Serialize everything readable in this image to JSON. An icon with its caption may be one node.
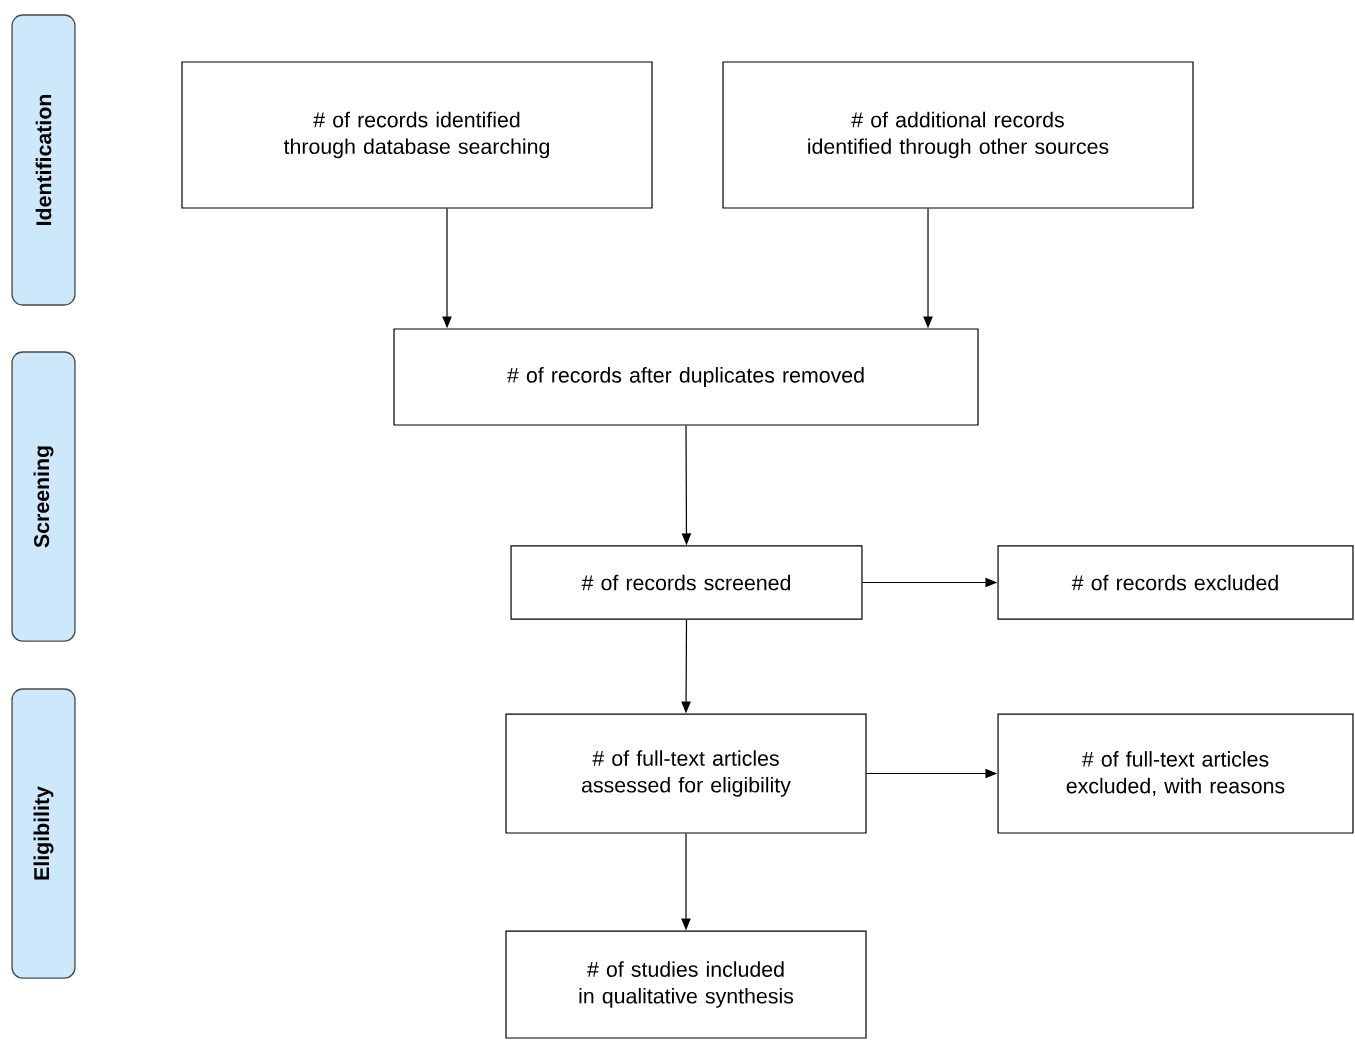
{
  "diagram": {
    "nodes": [
      {
        "text": [
          "Identification"
        ]
      },
      {
        "text": [
          "Screening"
        ]
      },
      {
        "text": [
          "Eligibility"
        ]
      },
      {
        "text": [
          "# of records identified through database searching"
        ]
      },
      {
        "text": [
          "# of additional records identified through other sources"
        ]
      },
      {
        "text": [
          "# of records after duplicates removed"
        ]
      },
      {
        "text": [
          "# of records screened"
        ]
      },
      {
        "text": [
          "# of records excluded"
        ]
      },
      {
        "text": [
          "# of full-text articles assessed for eligibility"
        ]
      },
      {
        "text": [
          "# of full-text articles excluded, with reasons"
        ]
      },
      {
        "text": [
          "# of studies included in qualitative synthesis"
        ]
      }
    ],
    "edges": [
      {
        "from": 3,
        "to": 5,
        "arrow": "to"
      },
      {
        "from": 4,
        "to": 5,
        "arrow": "to"
      },
      {
        "from": 5,
        "to": 6,
        "arrow": "to"
      },
      {
        "from": 6,
        "to": 7,
        "arrow": "to"
      },
      {
        "from": 6,
        "to": 8,
        "arrow": "to"
      },
      {
        "from": 8,
        "to": 9,
        "arrow": "to"
      },
      {
        "from": 8,
        "to": 10,
        "arrow": "to"
      }
    ]
  }
}
